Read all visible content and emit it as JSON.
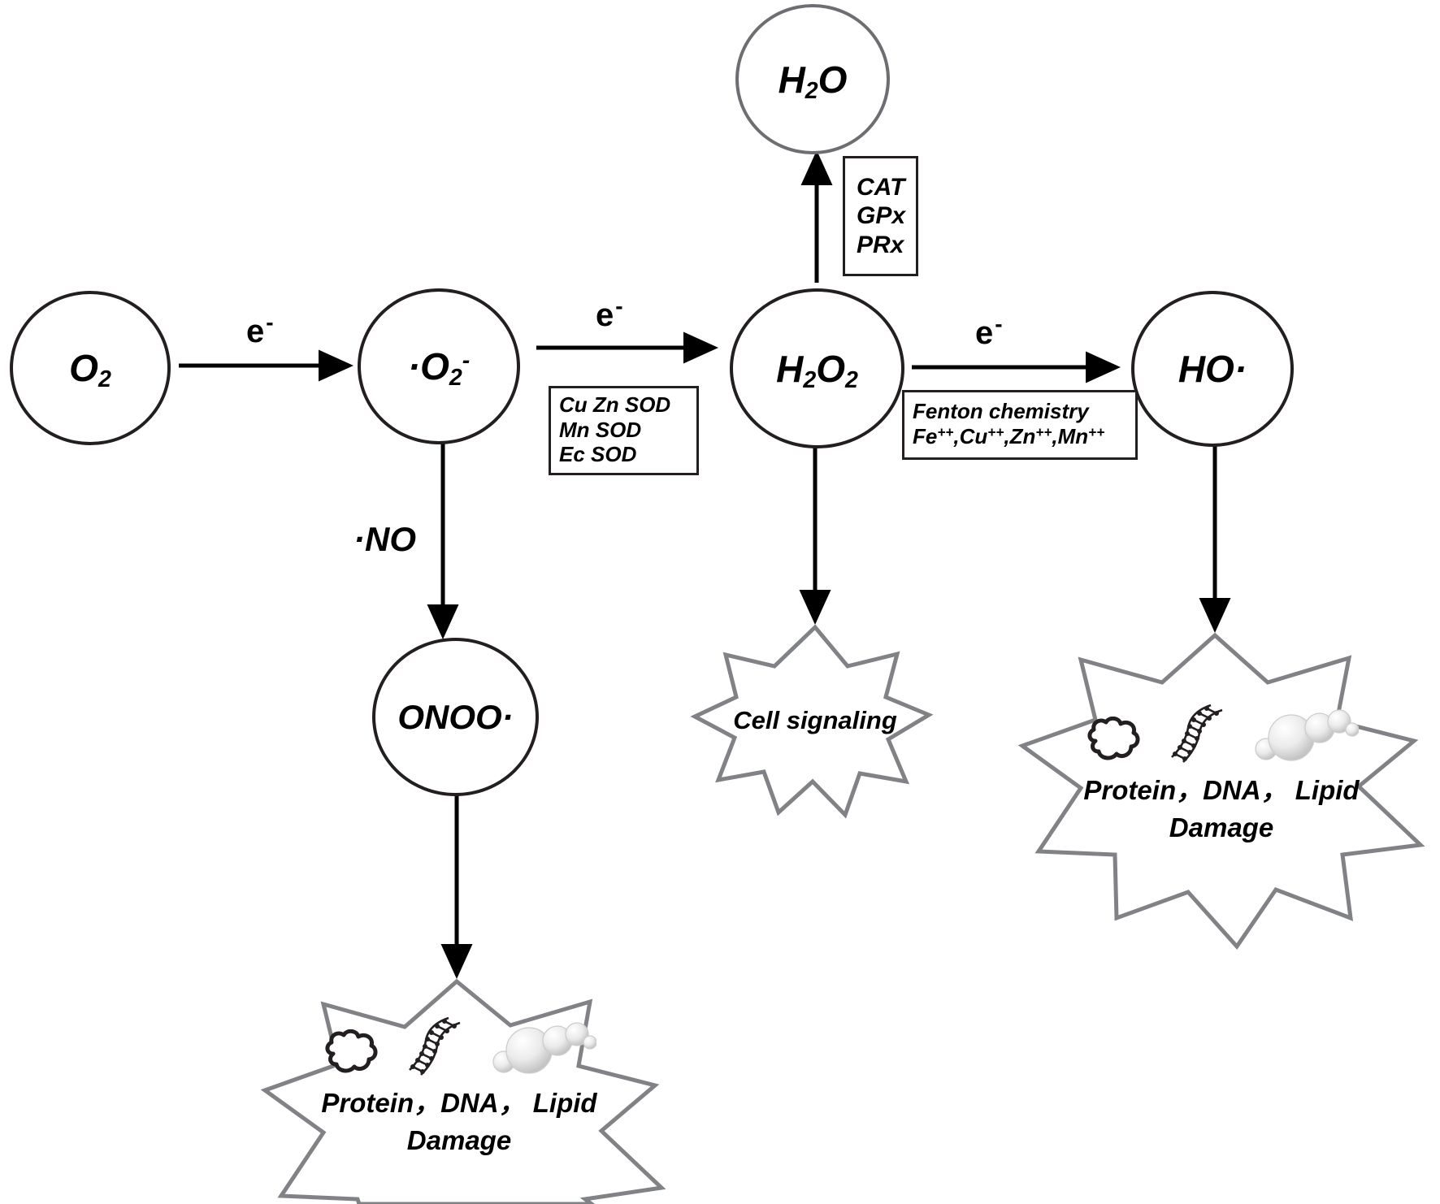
{
  "diagram": {
    "title": "Reactive oxygen species generation and detoxification pathway",
    "colors": {
      "stroke_dark": "#231f20",
      "stroke_gray": "#6d6e71",
      "background": "#ffffff"
    }
  },
  "nodes": {
    "o2": {
      "label": "O",
      "sub": "2",
      "name": "molecular-oxygen"
    },
    "superoxide": {
      "pre": "·",
      "label": "O",
      "sub": "2",
      "sup": "-",
      "name": "superoxide-anion"
    },
    "h2o2": {
      "label_a": "H",
      "sub_a": "2",
      "label_b": "O",
      "sub_b": "2",
      "name": "hydrogen-peroxide"
    },
    "h2o": {
      "label_a": "H",
      "sub_a": "2",
      "label_b": "O",
      "name": "water"
    },
    "hydroxyl": {
      "label": "HO",
      "post": "·",
      "name": "hydroxyl-radical"
    },
    "peroxynitrite": {
      "label": "ONOO",
      "post": "·",
      "name": "peroxynitrite"
    }
  },
  "arrow_labels": {
    "e_minus_1": "e",
    "e_minus_1_sup": "-",
    "e_minus_2": "e",
    "e_minus_2_sup": "-",
    "e_minus_3": "e",
    "e_minus_3_sup": "-",
    "nitric_oxide": "·NO"
  },
  "enzyme_boxes": {
    "sod": {
      "name": "superoxide-dismutase-box",
      "lines": [
        "Cu Zn SOD",
        "Mn SOD",
        "Ec SOD"
      ]
    },
    "peroxidases": {
      "name": "peroxidase-box",
      "lines": [
        "CAT",
        "GPx",
        "PRx"
      ]
    },
    "fenton": {
      "name": "fenton-chemistry-box",
      "line1": "Fenton chemistry",
      "metals": [
        {
          "symbol": "Fe",
          "charge": "++"
        },
        {
          "symbol": "Cu",
          "charge": "++"
        },
        {
          "symbol": "Zn",
          "charge": "++"
        },
        {
          "symbol": "Mn",
          "charge": "++"
        }
      ]
    }
  },
  "outcomes": {
    "cell_signaling": {
      "name": "cell-signaling-burst",
      "text": "Cell signaling"
    },
    "damage_from_onoo": {
      "name": "damage-burst-peroxynitrite",
      "line1": "Protein，DNA， Lipid",
      "line2": "Damage",
      "icons": [
        "protein-icon",
        "dna-icon",
        "lipid-icon"
      ]
    },
    "damage_from_ho": {
      "name": "damage-burst-hydroxyl",
      "line1": "Protein，DNA， Lipid",
      "line2": "Damage",
      "icons": [
        "protein-icon",
        "dna-icon",
        "lipid-icon"
      ]
    }
  }
}
